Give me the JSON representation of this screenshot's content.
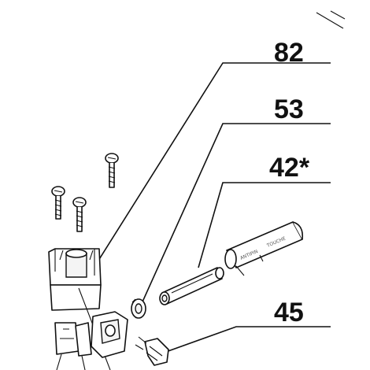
{
  "callouts": [
    {
      "id": "82",
      "label": "82"
    },
    {
      "id": "53",
      "label": "53"
    },
    {
      "id": "42",
      "label": "42*"
    },
    {
      "id": "45",
      "label": "45"
    }
  ],
  "tube_print": {
    "left_segment": "ANTIPIN",
    "right_segment": "TOUCHE"
  },
  "colors": {
    "ink": "#111111",
    "background": "#ffffff"
  }
}
